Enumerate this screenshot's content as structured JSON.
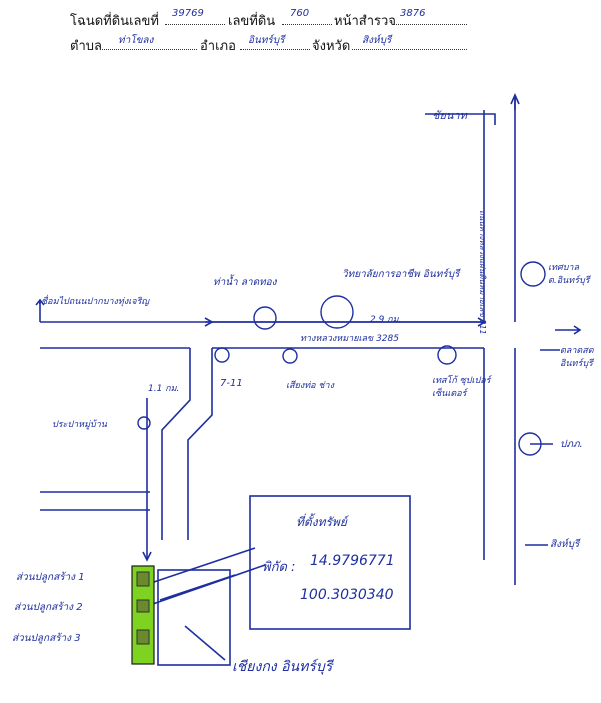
{
  "header": {
    "deed_label": "โฉนดที่ดินเลขที่",
    "deed_value": "39769",
    "parcel_label": "เลขที่ดิน",
    "parcel_value": "760",
    "survey_label": "หน้าสำรวจ",
    "survey_value": "3876",
    "subdistrict_label": "ตำบล",
    "subdistrict_value": "ท่าโขลง",
    "district_label": "อำเภอ",
    "district_value": "อินทร์บุรี",
    "province_label": "จังหวัด",
    "province_value": "สิงห์บุรี"
  },
  "map": {
    "north_to": "ชัยนาท",
    "road_main_vertical": "ถนนสายเอเชีย 311",
    "road_main_vertical_2": "ถนนทางหลวงแผ่นดินหมายเลข 311",
    "road_horizontal": "ทางหลวงหมายเลข 3285",
    "left_destination": "เชื่อมไปถนนปากบางทุ่งเจริญ",
    "distance_main": "2.9 กม.",
    "distance_side": "1.1 กม.",
    "landmark_temple": "ท่าน้ำ ลาดทอง",
    "landmark_college": "วิทยาลัยการอาชีพ อินทร์บุรี",
    "landmark_municipality": "เทศบาล ต.อินทร์บุรี",
    "landmark_711": "7-11",
    "landmark_ptt": "เสียงท่อ ช่าง",
    "landmark_super": "เทสโก้ ซุปเปอร์ เซ็นเตอร์",
    "landmark_market": "ตลาดสด อินทร์บุรี",
    "landmark_police": "ปภภ.",
    "landmark_gate": "ประปาหมู่บ้าน",
    "south_to": "สิงห์บุรี",
    "plot1": "ส่วนปลูกสร้าง 1",
    "plot2": "ส่วนปลูกสร้าง 2",
    "plot3": "ส่วนปลูกสร้าง 3",
    "property_title": "ที่ตั้งทรัพย์",
    "coord_label": "พิกัด :",
    "lat": "14.9796771",
    "lon": "100.3030340",
    "village": "เชียงกง อินทร์บุรี"
  }
}
